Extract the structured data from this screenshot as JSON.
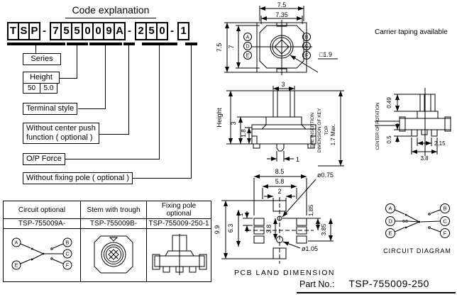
{
  "title": "Code explanation",
  "code": {
    "chars": [
      "T",
      "S",
      "P",
      "-",
      "7",
      "5",
      "5",
      "0",
      "0",
      "9",
      "A",
      "-",
      "2",
      "5",
      "0",
      "-",
      "1"
    ]
  },
  "labels": {
    "series": "Series",
    "height": "Height",
    "height_code": "50",
    "height_mm": "5.0",
    "terminal_style": "Terminal style",
    "center_push_line1": "Without center push",
    "center_push_line2": "function ( optional )",
    "op_force": "O/P Force",
    "fixing_pole": "Without fixing pole ( optional )"
  },
  "options_table": {
    "col1": {
      "header": "Circuit optional",
      "part": "TSP-755009A-"
    },
    "col2": {
      "header": "Stem with trough",
      "part": "TSP-755009B-"
    },
    "col3": {
      "header": "Fixing pole optional",
      "part": "TSP-755009-250-1"
    },
    "circuit_letters": {
      "a": "A",
      "b": "B",
      "c": "C",
      "e": "E",
      "f": "F"
    }
  },
  "carrier_note": "Carrier taping available",
  "top_view": {
    "dim_w_outer": "7.5",
    "dim_w_inner": "7.35",
    "dim_h_outer": "7.5",
    "dim_h_inner": "7",
    "key_hole": "□1.9",
    "t_a": "A",
    "t_d": "D",
    "t_e": "E",
    "t_b": "B",
    "t_c": "C",
    "t_f": "F"
  },
  "front_view": {
    "height_label": "Height",
    "dim_stem": "3",
    "dim_body": "3",
    "dim_18": "1.8",
    "dim_pin": "1",
    "note1": "THE INSERTION",
    "note2": "DIMENSION OF KEY",
    "note3": "TOP",
    "dim_travel": "1.7 Max."
  },
  "pcb": {
    "dim_85": "8.5",
    "dim_58": "5.8",
    "dim_2": "2",
    "dim_99": "9.9",
    "dim_63": "6.3",
    "dim_1": "1",
    "dim_38": "3.8",
    "dim_185": "1.85",
    "dim_385": "3.85",
    "hole_small": "ø0.75",
    "hole_big": "ø1.05",
    "caption": "PCB LAND DIMENSION"
  },
  "side_view": {
    "center_label": "CENTER OF ROTATION",
    "dim_049": "0.49",
    "dim_05": "0.5",
    "dim_215": "2.15",
    "dim_38": "3.8"
  },
  "circuit": {
    "t_a": "A",
    "t_d": "D",
    "t_e": "E",
    "t_b": "B",
    "t_c": "C",
    "t_f": "F",
    "caption": "CIRCUIT DIAGRAM"
  },
  "footer": {
    "label": "Part No.:",
    "part_no": "TSP-755009-250"
  }
}
